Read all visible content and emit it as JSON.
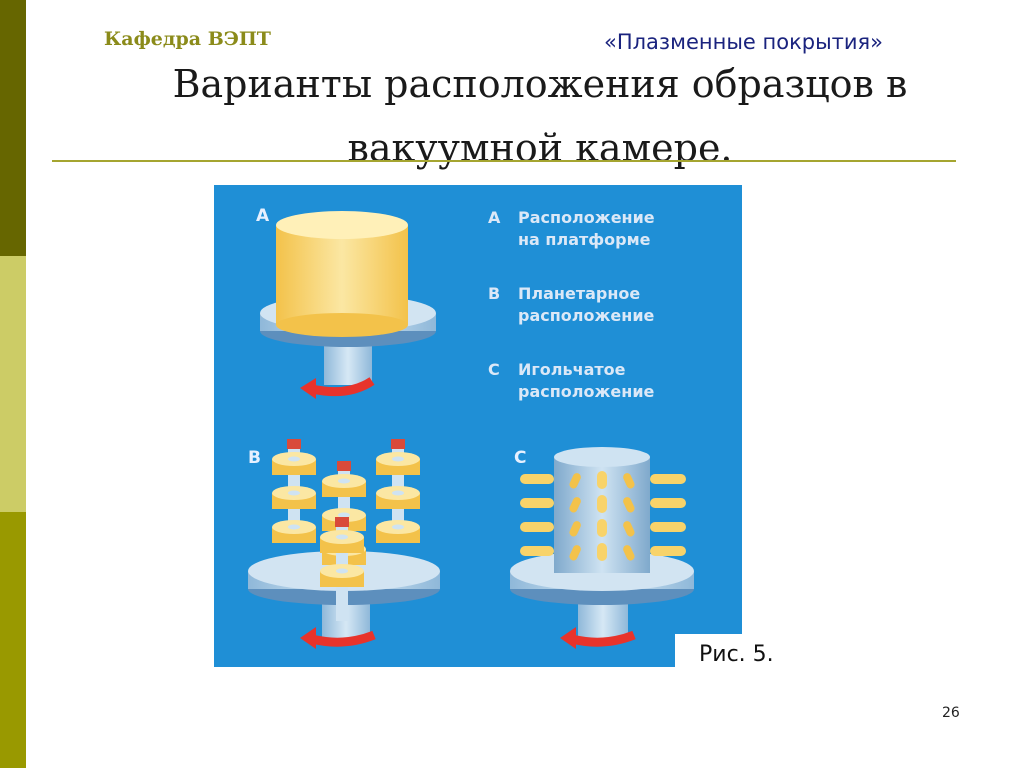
{
  "header": {
    "department": "Кафедра ВЭПТ",
    "course": "«Плазменные покрытия»"
  },
  "slide": {
    "title": "Варианты расположения образцов в вакуумной камере.",
    "page_number": "26"
  },
  "figure": {
    "caption": "Рис. 5.",
    "panel_labels": {
      "a": "A",
      "b": "B",
      "c": "C"
    },
    "legend": [
      {
        "key": "A",
        "line1": "Расположение",
        "line2": "на платформе"
      },
      {
        "key": "B",
        "line1": "Планетарное",
        "line2": "расположение"
      },
      {
        "key": "C",
        "line1": "Игольчатое",
        "line2": "расположение"
      }
    ],
    "colors": {
      "background": "#1f8fd6",
      "platform": "#b9d6ec",
      "sample": "#f8d36a",
      "arrow": "#e8332b"
    }
  }
}
